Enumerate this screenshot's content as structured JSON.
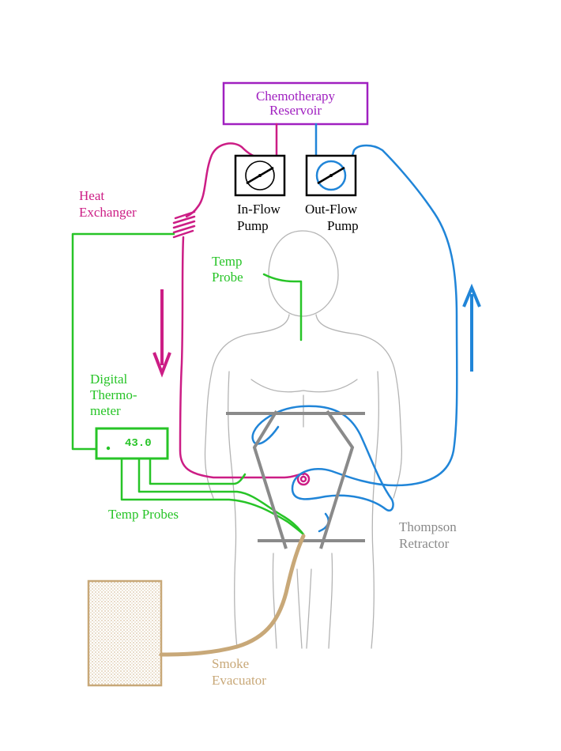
{
  "labels": {
    "reservoir_line1": "Chemotherapy",
    "reservoir_line2": "Reservoir",
    "heat_exchanger_line1": "Heat",
    "heat_exchanger_line2": "Exchanger",
    "inflow_pump_line1": "In-Flow",
    "inflow_pump_line2": "Pump",
    "outflow_pump_line1": "Out-Flow",
    "outflow_pump_line2": "Pump",
    "temp_probe_line1": "Temp",
    "temp_probe_line2": "Probe",
    "digital_thermometer_line1": "Digital",
    "digital_thermometer_line2": "Thermo-",
    "digital_thermometer_line3": "meter",
    "thermometer_reading": "43.0",
    "temp_probes": "Temp Probes",
    "thompson_retractor_line1": "Thompson",
    "thompson_retractor_line2": "Retractor",
    "smoke_evacuator_line1": "Smoke",
    "smoke_evacuator_line2": "Evacuator"
  },
  "colors": {
    "magenta": "#cc1d85",
    "purple": "#a020c0",
    "blue": "#2085d8",
    "green": "#27c427",
    "gray": "#8a8a8a",
    "tan": "#c8a878",
    "body_outline": "#b4b4b4",
    "black": "#000000"
  },
  "icons": {
    "flow_down": "arrow-down-icon",
    "flow_up": "arrow-up-icon",
    "pump_dial": "gauge-icon"
  }
}
